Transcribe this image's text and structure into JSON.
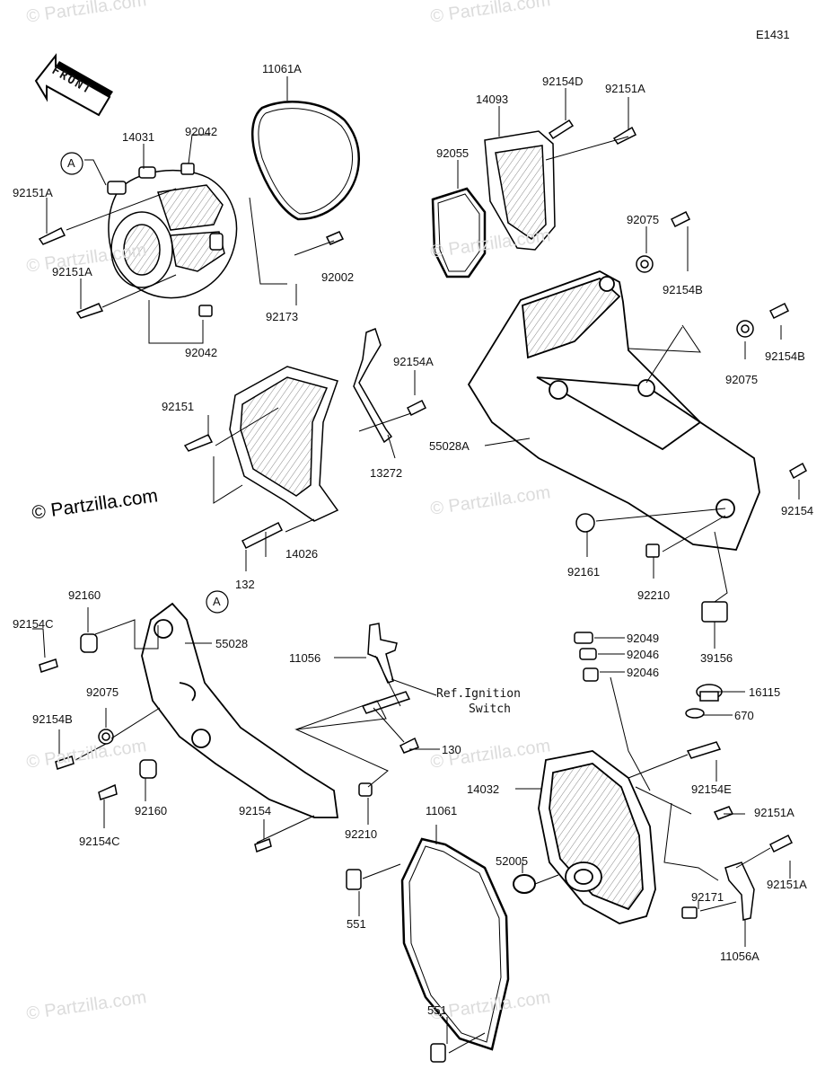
{
  "diagram_code": "E1431",
  "front_label": "FRONT",
  "watermark_main": "© Partzilla.com",
  "watermark_faint": "© Partzilla.com",
  "ref_marker": "A",
  "ref_text": {
    "line1": "Ref.Ignition",
    "line2": "Switch"
  },
  "labels": {
    "p11061A": "11061A",
    "p14031": "14031",
    "p92042_top": "92042",
    "p92151A_1": "92151A",
    "p92151A_2": "92151A",
    "p92002": "92002",
    "p92173": "92173",
    "p92042_bot": "92042",
    "p14093": "14093",
    "p92154D": "92154D",
    "p92151A_3": "92151A",
    "p92055": "92055",
    "p92075_1": "92075",
    "p92154B_1": "92154B",
    "p92154B_2": "92154B",
    "p92075_2": "92075",
    "p92154A": "92154A",
    "p92151": "92151",
    "p13272": "13272",
    "p55028A": "55028A",
    "p92154_right": "92154",
    "p92161": "92161",
    "p92210_right": "92210",
    "p14026": "14026",
    "p132": "132",
    "p39156": "39156",
    "p92160_1": "92160",
    "p55028": "55028",
    "p92154C_1": "92154C",
    "p11056": "11056",
    "p92049": "92049",
    "p92046_1": "92046",
    "p92046_2": "92046",
    "p92075_3": "92075",
    "p92154B_3": "92154B",
    "p16115": "16115",
    "p670": "670",
    "p130": "130",
    "p14032": "14032",
    "p92154E": "92154E",
    "p92160_2": "92160",
    "p92154C_2": "92154C",
    "p92154_left": "92154",
    "p92210_left": "92210",
    "p11061": "11061",
    "p92151A_4": "92151A",
    "p52005": "52005",
    "p92151A_5": "92151A",
    "p92171": "92171",
    "p551_1": "551",
    "p11056A": "11056A",
    "p551_2": "551"
  }
}
